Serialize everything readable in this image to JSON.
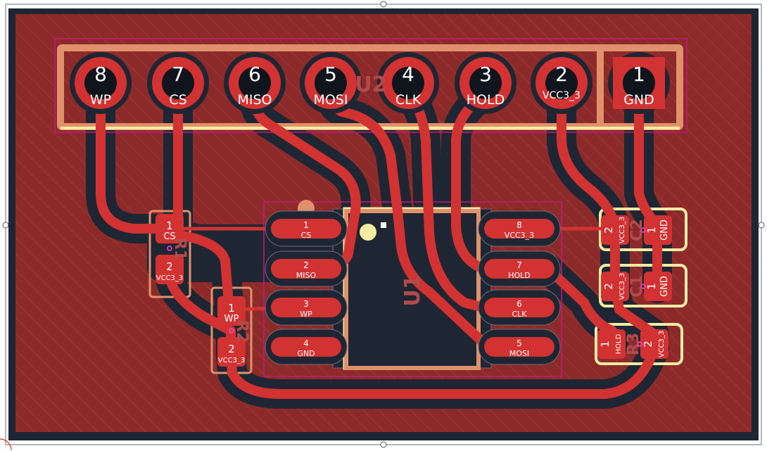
{
  "colors": {
    "page": "#ffffff",
    "board_bg": "#1f2633",
    "copper": "#d23232",
    "copper_fill": "#8c2a2a",
    "silk": "#f2eca4",
    "fab": "#e0916b",
    "courtyard": "#c2197c",
    "ref_text": "#b24b4b"
  },
  "header": {
    "ref": "U2",
    "pins": [
      {
        "num": "8",
        "net": "WP"
      },
      {
        "num": "7",
        "net": "CS"
      },
      {
        "num": "6",
        "net": "MISO"
      },
      {
        "num": "5",
        "net": "MOSI"
      },
      {
        "num": "4",
        "net": "CLK"
      },
      {
        "num": "3",
        "net": "HOLD"
      },
      {
        "num": "2",
        "net": "VCC3_3"
      },
      {
        "num": "1",
        "net": "GND"
      }
    ]
  },
  "chip": {
    "ref": "U1",
    "pins": [
      {
        "num": "1",
        "net": "CS"
      },
      {
        "num": "2",
        "net": "MISO"
      },
      {
        "num": "3",
        "net": "WP"
      },
      {
        "num": "4",
        "net": "GND"
      },
      {
        "num": "8",
        "net": "VCC3_3"
      },
      {
        "num": "7",
        "net": "HOLD"
      },
      {
        "num": "6",
        "net": "CLK"
      },
      {
        "num": "5",
        "net": "MOSI"
      }
    ]
  },
  "passives": [
    {
      "ref": "R1",
      "pads": [
        {
          "num": "1",
          "net": "CS"
        },
        {
          "num": "2",
          "net": "VCC3_3"
        }
      ]
    },
    {
      "ref": "R2",
      "pads": [
        {
          "num": "1",
          "net": "WP"
        },
        {
          "num": "2",
          "net": "VCC3_3"
        }
      ]
    },
    {
      "ref": "C2",
      "pads": [
        {
          "num": "2",
          "net": "VCC3_3"
        },
        {
          "num": "1",
          "net": "GND"
        }
      ]
    },
    {
      "ref": "C1",
      "pads": [
        {
          "num": "2",
          "net": "VCC3_3"
        },
        {
          "num": "1",
          "net": "GND"
        }
      ]
    },
    {
      "ref": "R3",
      "pads": [
        {
          "num": "1",
          "net": "HOLD"
        },
        {
          "num": "2",
          "net": "VCC3_3"
        }
      ]
    }
  ]
}
